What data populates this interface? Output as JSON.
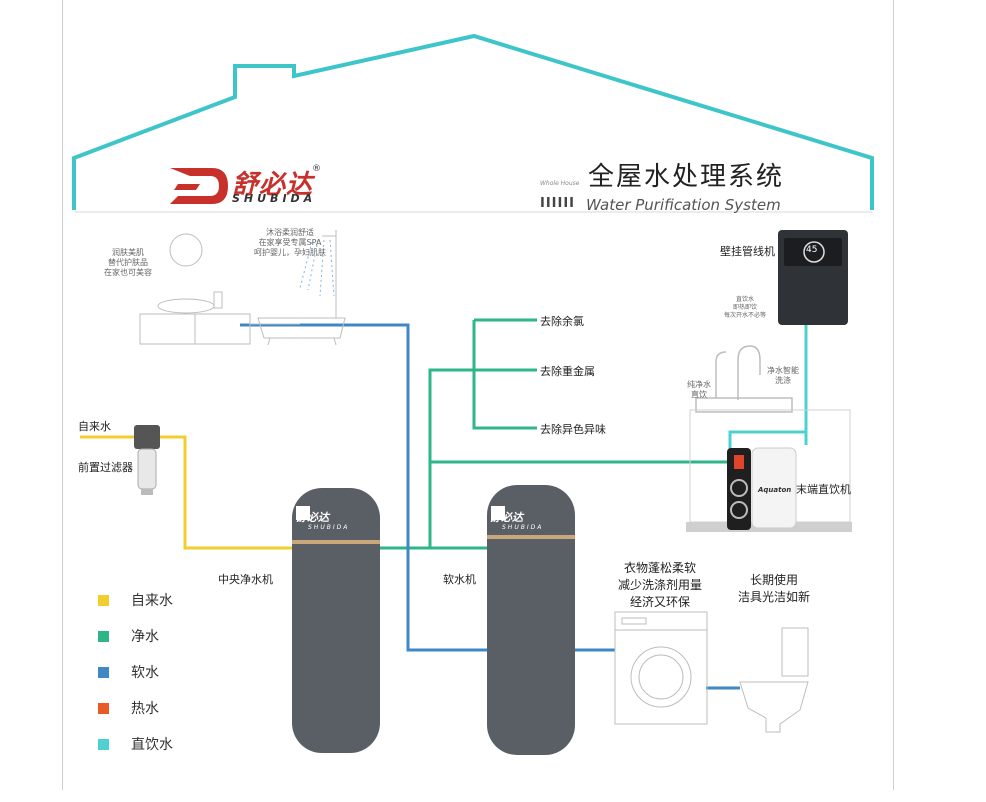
{
  "brand": {
    "name_cn": "舒必达",
    "name_en": "SHUBIDA",
    "reg_mark": "®"
  },
  "header": {
    "title": "全屋水处理系统",
    "small_label": "Whole House",
    "barcode": "IIIIII",
    "subtitle": "Water Purification System"
  },
  "bathroom": {
    "basin_text": [
      "润肤美肌",
      "替代护肤品",
      "在家也可美容"
    ],
    "shower_text": [
      "沐浴柔润舒适",
      "在家享受专属SPA",
      "呵护婴儿，孕妇肌肤"
    ]
  },
  "wall_unit": {
    "label": "壁挂管线机",
    "display": "45",
    "note": [
      "直饮水",
      "即热即饮",
      "每次开水不必等"
    ]
  },
  "faucet": {
    "left_text": [
      "纯净水",
      "直饮"
    ],
    "right_text": [
      "净水智能",
      "洗涤"
    ]
  },
  "functions": [
    "去除余氯",
    "去除重金属",
    "去除异色异味"
  ],
  "inlet": {
    "label": "自来水",
    "prefilter": "前置过滤器"
  },
  "units": {
    "central_purifier": "中央净水机",
    "softener": "软水机",
    "drinking": "末端直饮机",
    "drinking_brand": "Aquaton"
  },
  "appliances": {
    "washer_text": [
      "衣物蓬松柔软",
      "减少洗涤剂用量",
      "经济又环保"
    ],
    "toilet_text": [
      "长期使用",
      "洁具光洁如新"
    ]
  },
  "legend": [
    {
      "label": "自来水",
      "color": "#f0cf2a"
    },
    {
      "label": "净水",
      "color": "#2eb58a"
    },
    {
      "label": "软水",
      "color": "#3f88c5"
    },
    {
      "label": "热水",
      "color": "#e85a26"
    },
    {
      "label": "直饮水",
      "color": "#4fd0d0"
    }
  ],
  "colors": {
    "house_outline": "#3ec5c9",
    "tap_water": "#f0cf2a",
    "pure_water": "#2eb58a",
    "soft_water": "#3f88c5",
    "direct_water": "#4fd0d0",
    "unit_body": "#5a5f66"
  }
}
